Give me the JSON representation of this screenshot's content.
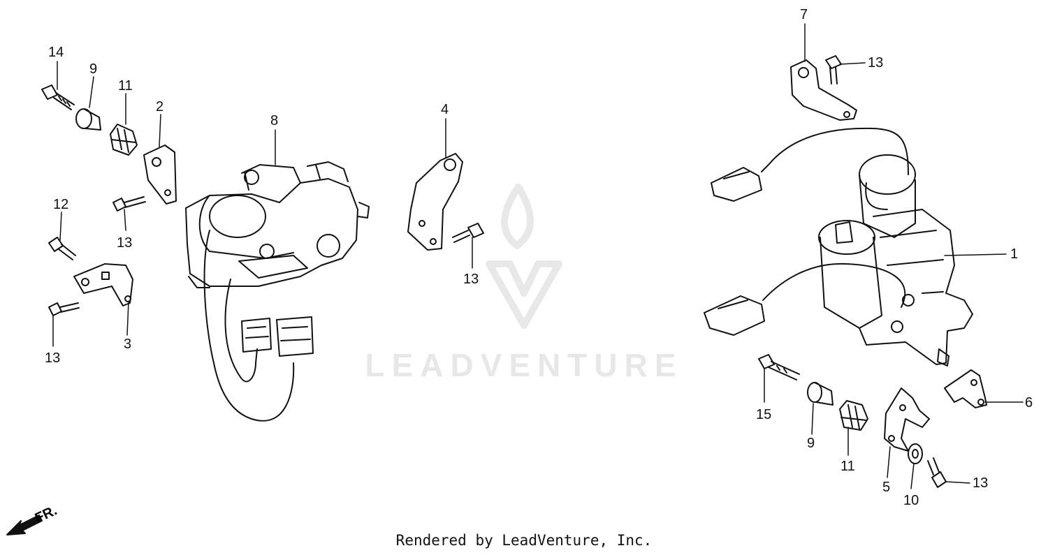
{
  "watermark": {
    "text": "LEADVENTURE"
  },
  "footer": {
    "text": "Rendered by LeadVenture, Inc."
  },
  "direction": {
    "label": "FR."
  },
  "callouts": {
    "c14": "14",
    "c9a": "9",
    "c11a": "11",
    "c2": "2",
    "c12": "12",
    "c13a": "13",
    "c13b": "13",
    "c3": "3",
    "c8": "8",
    "c4": "4",
    "c13c": "13",
    "c7": "7",
    "c13d": "13",
    "c1": "1",
    "c6": "6",
    "c15": "15",
    "c9b": "9",
    "c11b": "11",
    "c5": "5",
    "c10": "10",
    "c13e": "13"
  }
}
